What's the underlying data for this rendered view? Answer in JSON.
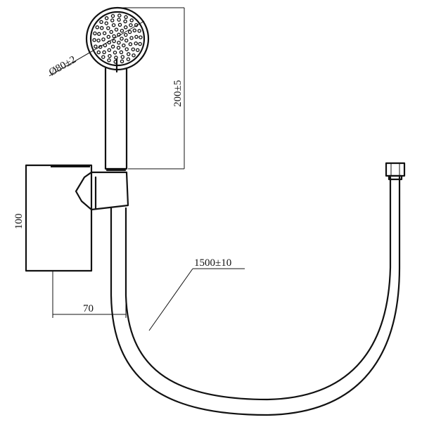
{
  "dimensions": {
    "head_diameter": "Ø80±2",
    "handset_length": "200±5",
    "hose_length": "1500±10",
    "holder_height": "100",
    "holder_depth": "70"
  }
}
